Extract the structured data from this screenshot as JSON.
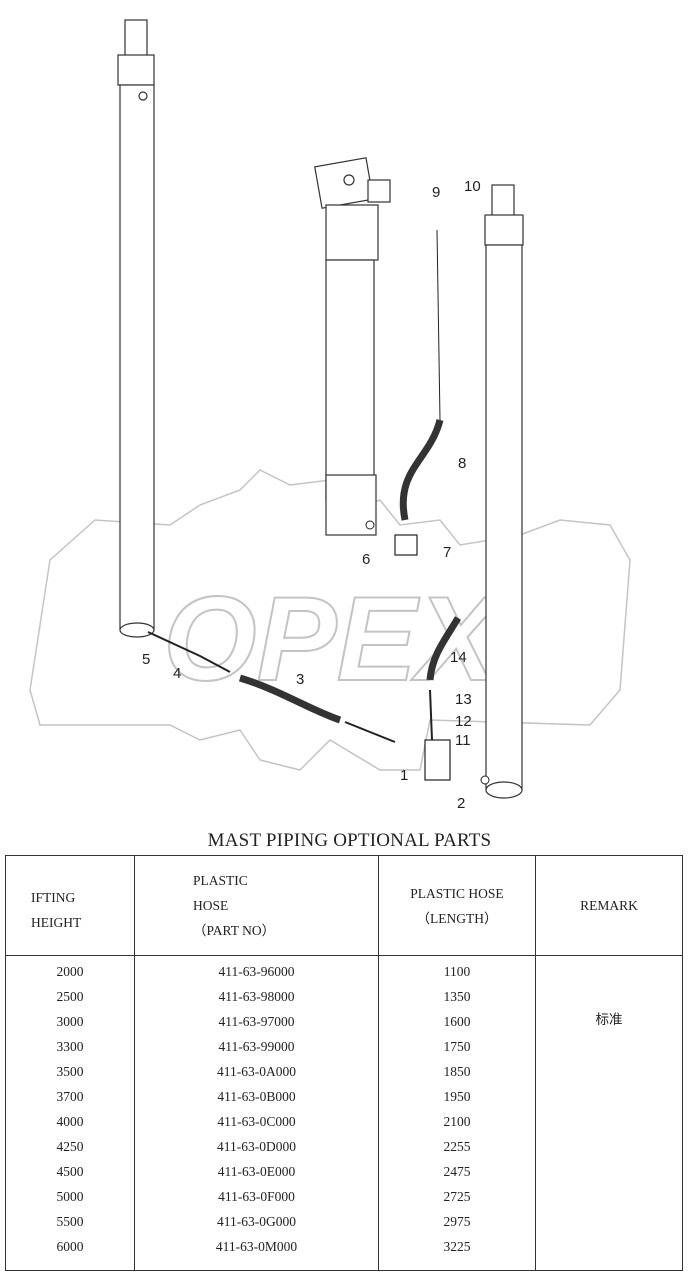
{
  "diagram": {
    "logo_text": "OPEX",
    "callouts": [
      "1",
      "2",
      "3",
      "4",
      "5",
      "6",
      "7",
      "8",
      "9",
      "10",
      "11",
      "12",
      "13",
      "14"
    ]
  },
  "title": "MAST PIPING OPTIONAL PARTS",
  "table": {
    "headers": {
      "lifting_height": [
        "IFTING",
        "HEIGHT"
      ],
      "part_no": [
        "PLASTIC",
        "HOSE",
        "（PART NO）"
      ],
      "length": [
        "PLASTIC HOSE",
        "（LENGTH）"
      ],
      "remark": "REMARK"
    },
    "lifting_heights": [
      "2000",
      "2500",
      "3000",
      "3300",
      "3500",
      "3700",
      "4000",
      "4250",
      "4500",
      "5000",
      "5500",
      "6000"
    ],
    "part_numbers": [
      "411-63-96000",
      "411-63-98000",
      "411-63-97000",
      "411-63-99000",
      "411-63-0A000",
      "411-63-0B000",
      "411-63-0C000",
      "411-63-0D000",
      "411-63-0E000",
      "411-63-0F000",
      "411-63-0G000",
      "411-63-0M000"
    ],
    "lengths": [
      "1100",
      "1350",
      "1600",
      "1750",
      "1850",
      "1950",
      "2100",
      "2255",
      "2475",
      "2725",
      "2975",
      "3225"
    ],
    "remark": "标准"
  }
}
